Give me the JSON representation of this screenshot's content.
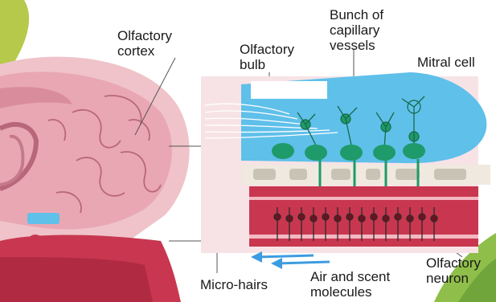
{
  "labels": {
    "olfactory_cortex": "Olfactory\ncortex",
    "olfactory_bulb": "Olfactory\nbulb",
    "capillary_vessels": "Bunch of\ncapillary\nvessels",
    "mitral_cell": "Mitral cell",
    "olfactory_neuron": "Olfactory\nneuron",
    "micro_hairs": "Micro-hairs",
    "air_scent": "Air and scent\nmolecules"
  },
  "colors": {
    "brain_pink": "#e9a7b3",
    "bulb_blue": "#5fc0ea",
    "tissue_red": "#c8374f",
    "neuron_green": "#1f9a6a",
    "airflow_blue": "#3d9ce0",
    "leader_gray": "#555555"
  }
}
